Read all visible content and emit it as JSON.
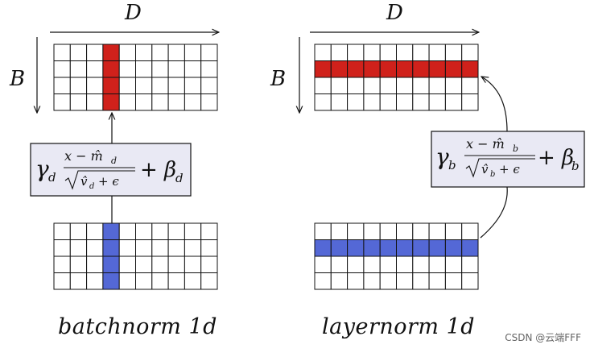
{
  "colors": {
    "red": "#d0211b",
    "blue": "#5468d6",
    "box_fill": "#e9e9f4",
    "line": "#111111"
  },
  "grid": {
    "rows": 4,
    "cols": 10
  },
  "labels": {
    "axis_d": "D",
    "axis_b": "B"
  },
  "left": {
    "caption": "batchnorm 1d",
    "highlight": "column",
    "index": 3,
    "formula": {
      "gamma": "γ",
      "sub": "d",
      "num": "x − m̂",
      "den": "v̂",
      "eps": "+ ϵ",
      "beta": "+ β"
    }
  },
  "right": {
    "caption": "layernorm 1d",
    "highlight": "row",
    "index": 1,
    "formula": {
      "gamma": "γ",
      "sub": "b",
      "num": "x − m̂",
      "den": "v̂",
      "eps": "+ ϵ",
      "beta": "+ β"
    }
  },
  "watermark": "CSDN @云端FFF"
}
